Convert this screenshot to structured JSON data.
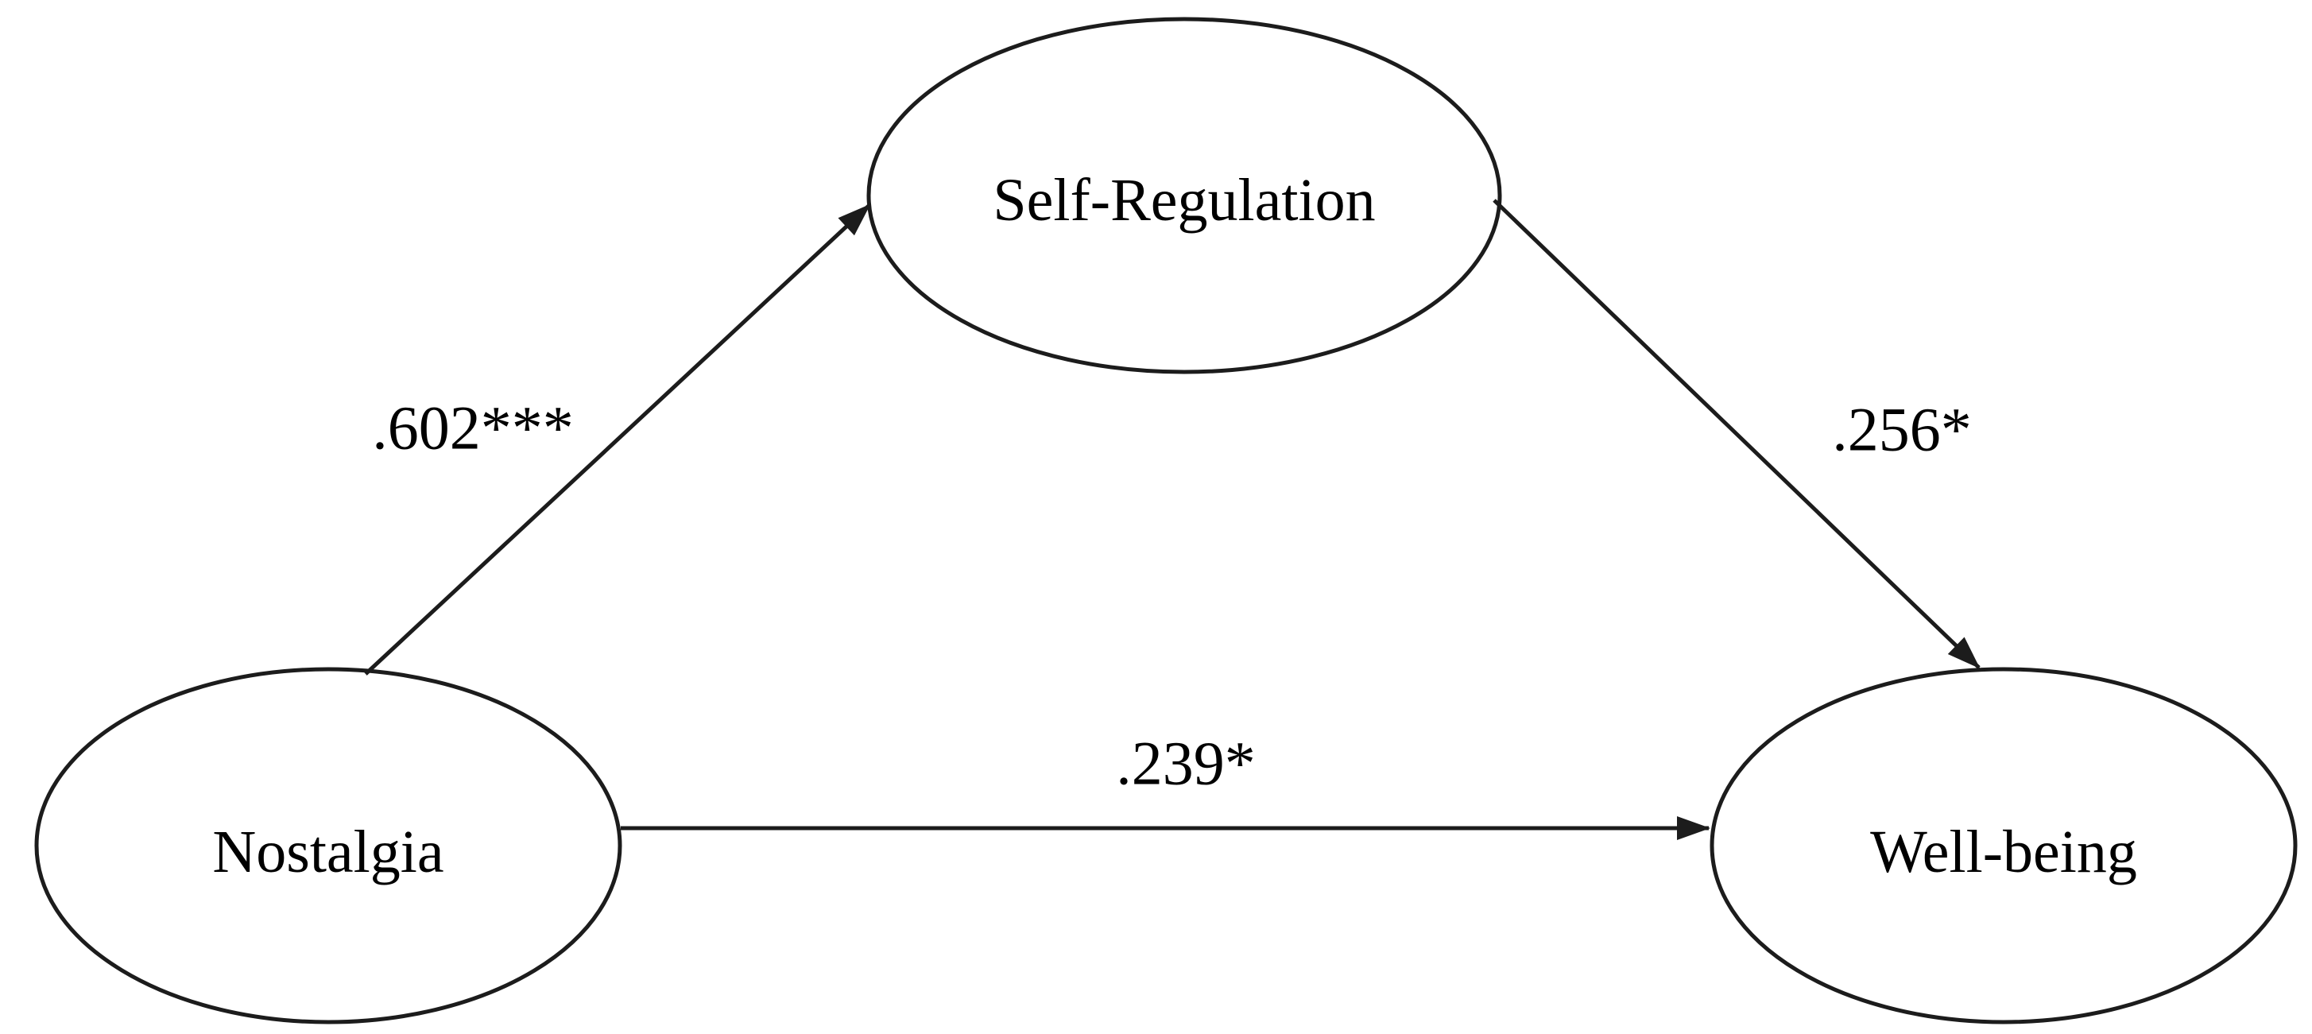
{
  "figure": {
    "type": "mediation-path-diagram",
    "colors": {
      "line": "#1c1c1c",
      "text": "#000000",
      "background": "#ffffff"
    },
    "nodes": [
      {
        "id": "nostalgia",
        "label": "Nostalgia",
        "role": "predictor"
      },
      {
        "id": "self-regulation",
        "label": "Self-Regulation",
        "role": "mediator"
      },
      {
        "id": "well-being",
        "label": "Well-being",
        "role": "outcome"
      }
    ],
    "paths": [
      {
        "id": "nostalgia-to-self-regulation",
        "from": "Nostalgia",
        "to": "Self-Regulation",
        "coefficient": ".602***"
      },
      {
        "id": "self-regulation-to-well-being",
        "from": "Self-Regulation",
        "to": "Well-being",
        "coefficient": ".256*"
      },
      {
        "id": "nostalgia-to-well-being",
        "from": "Nostalgia",
        "to": "Well-being",
        "coefficient": ".239*"
      }
    ]
  }
}
